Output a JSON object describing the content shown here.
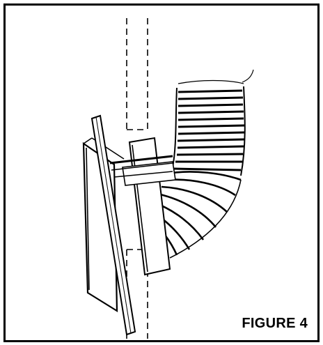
{
  "figure": {
    "caption": "FIGURE 4",
    "line_color": "#000000",
    "background_color": "#ffffff",
    "elements": [
      "vertical-wall-stud-dashed",
      "wall-box",
      "wall-plate",
      "flexible-duct-elbow",
      "duct-collar"
    ]
  }
}
